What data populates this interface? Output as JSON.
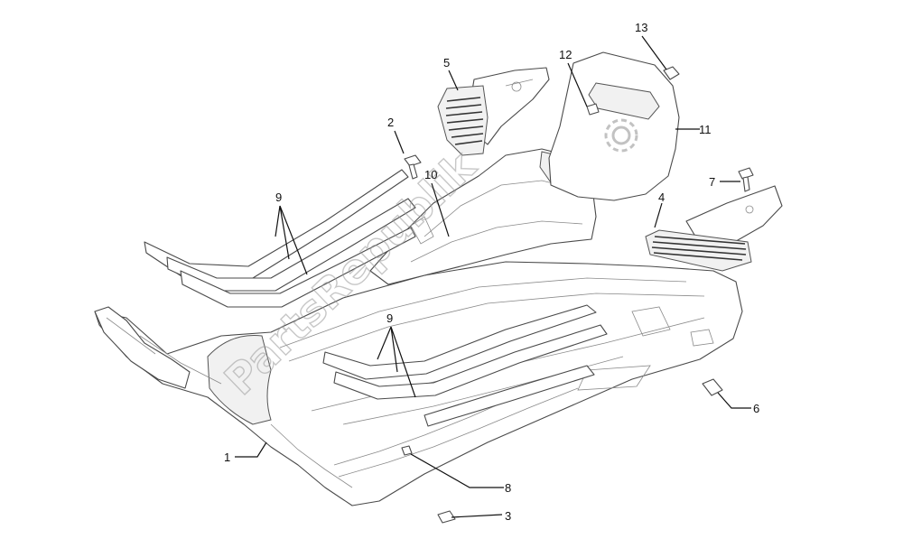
{
  "watermark": {
    "text": "PartsRepublik"
  },
  "callouts": [
    {
      "id": "1",
      "label": "1"
    },
    {
      "id": "2",
      "label": "2"
    },
    {
      "id": "3",
      "label": "3"
    },
    {
      "id": "4",
      "label": "4"
    },
    {
      "id": "5",
      "label": "5"
    },
    {
      "id": "6",
      "label": "6"
    },
    {
      "id": "7",
      "label": "7"
    },
    {
      "id": "8",
      "label": "8"
    },
    {
      "id": "9a",
      "label": "9"
    },
    {
      "id": "9b",
      "label": "9"
    },
    {
      "id": "10",
      "label": "10"
    },
    {
      "id": "11",
      "label": "11"
    },
    {
      "id": "12",
      "label": "12"
    },
    {
      "id": "13",
      "label": "13"
    }
  ]
}
